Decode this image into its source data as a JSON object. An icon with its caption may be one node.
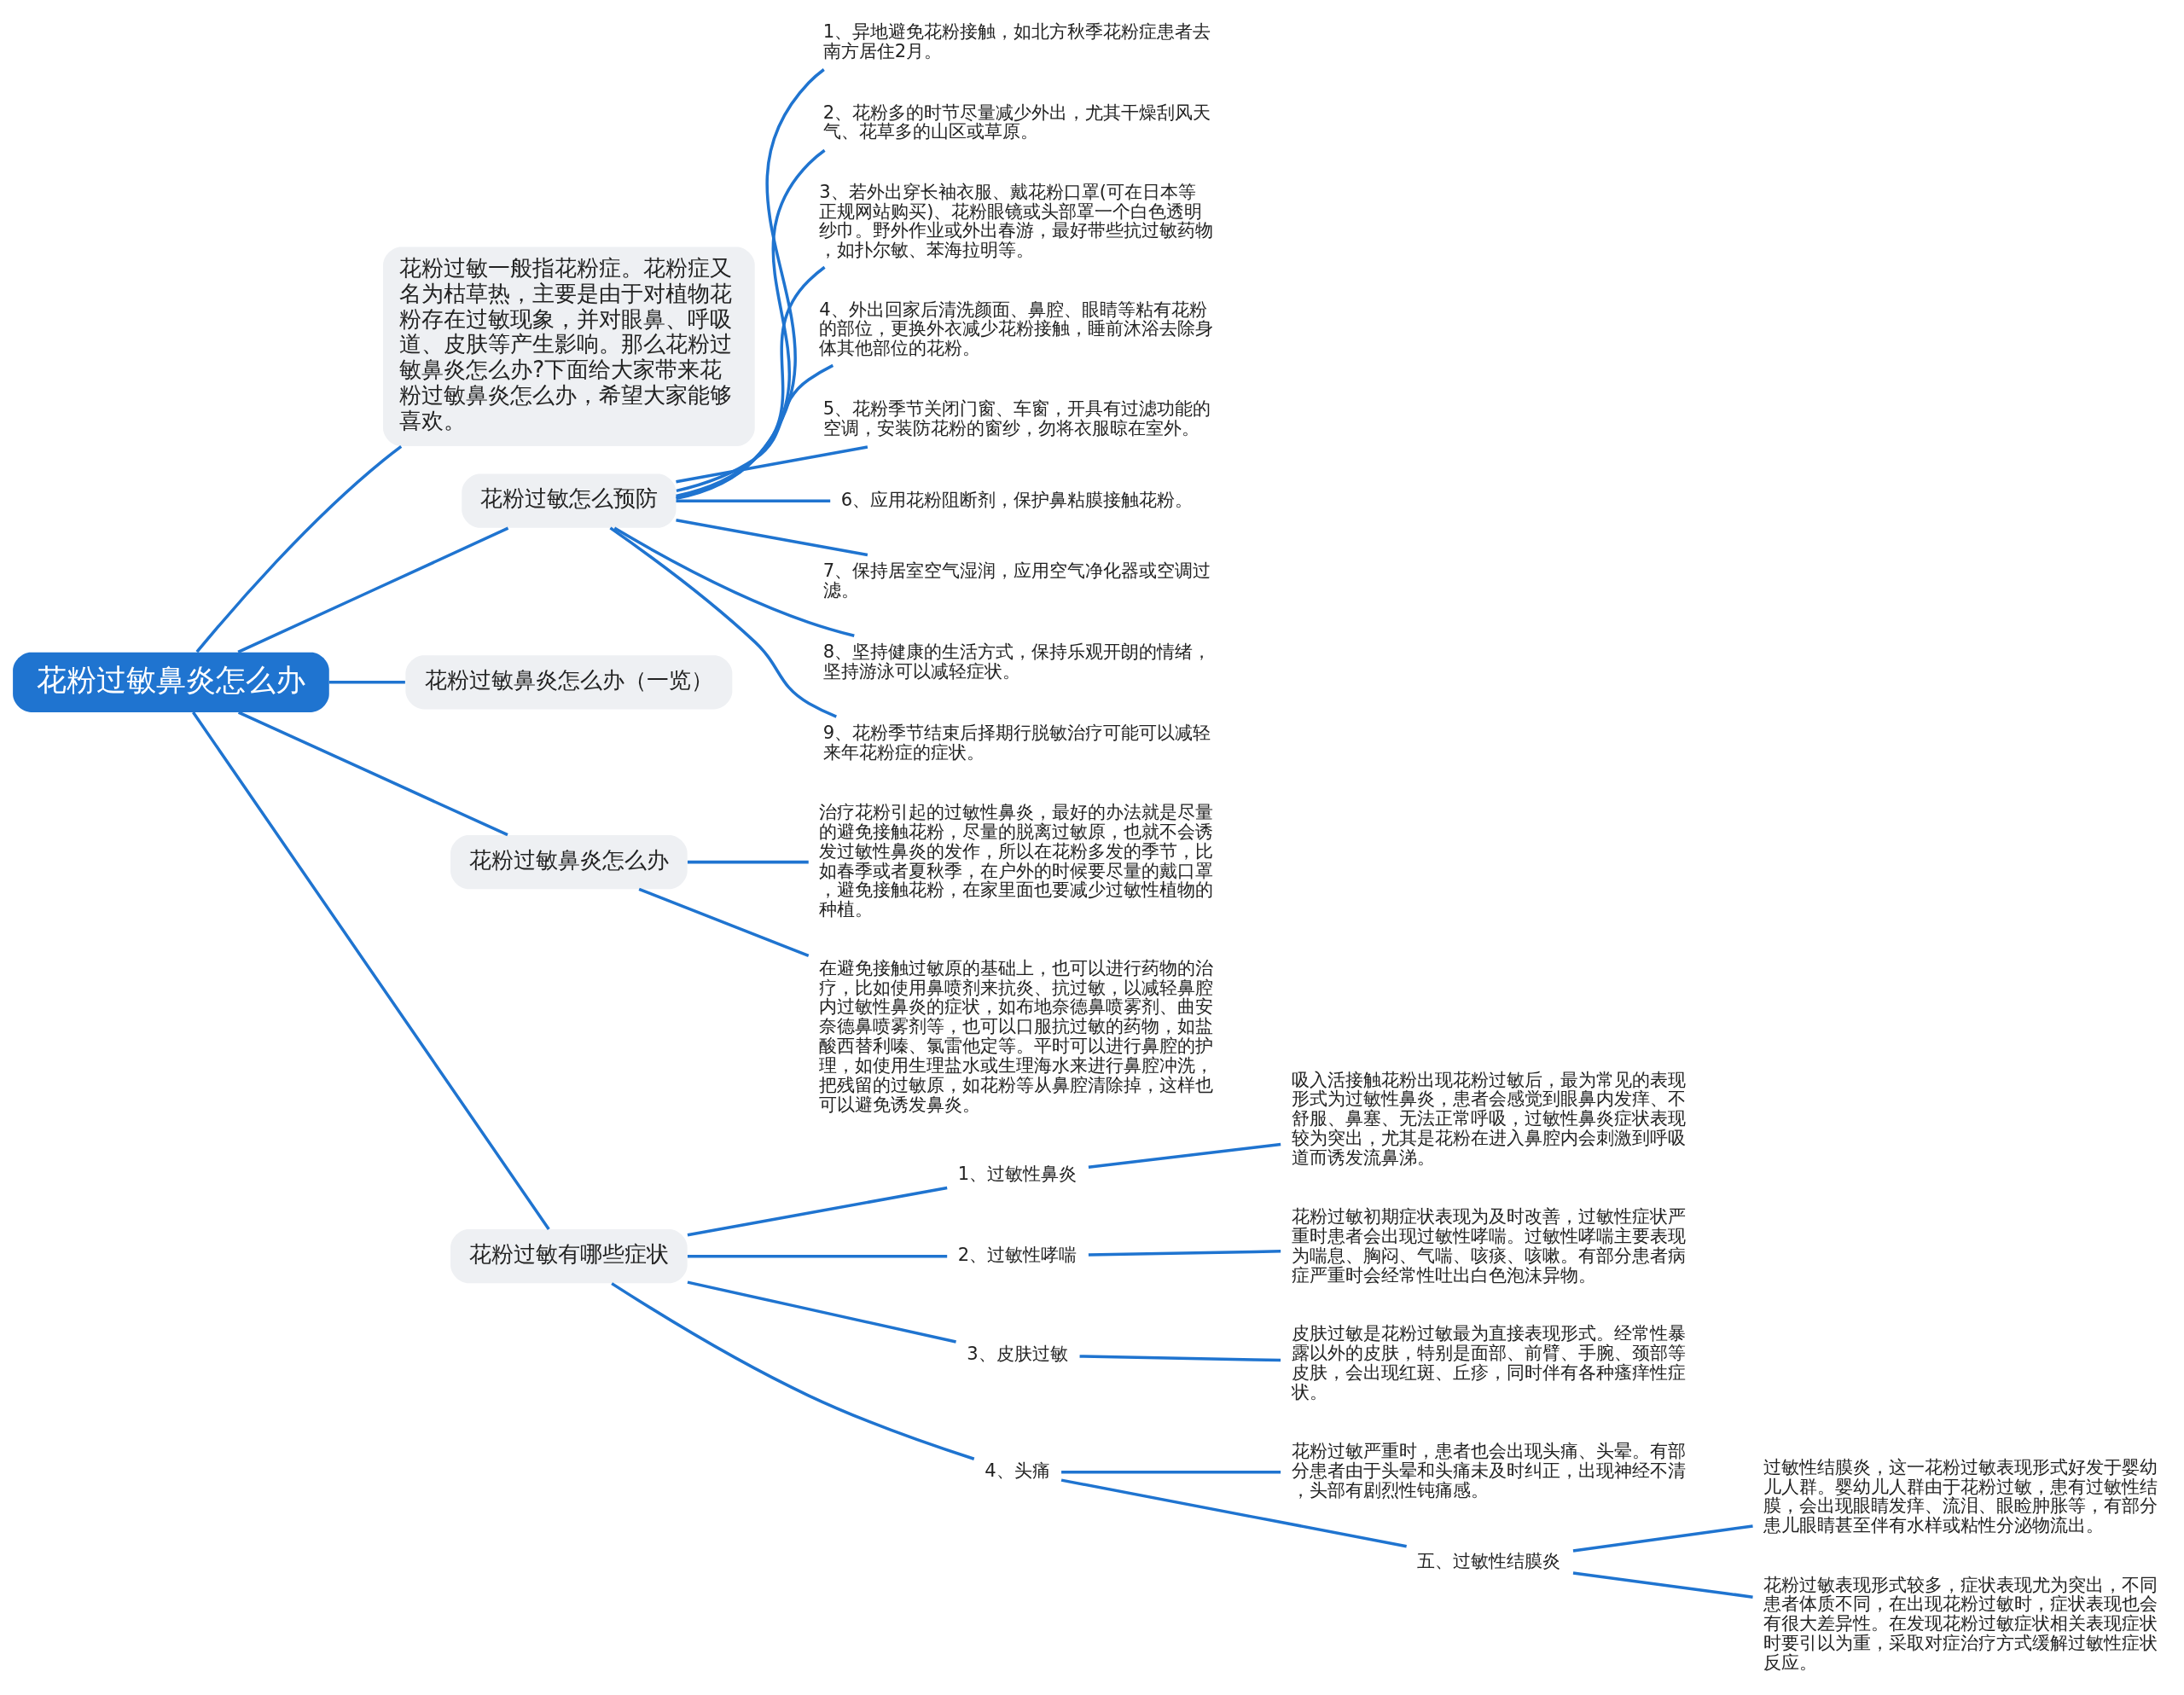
{
  "diagram": {
    "nodes": [
      {
        "text": [
          "花粉过敏鼻炎怎么办"
        ]
      },
      {
        "text": [
          "花粉过敏一般指花粉症。花粉症又名为枯草热，主要是由于对植物花粉存在过敏现象，并对眼鼻、呼吸道、皮肤等产生影响。那么花粉过敏鼻炎怎么办?下面给大家带来花粉过敏鼻炎怎么办，希望大家能够喜欢。"
        ]
      },
      {
        "text": [
          "花粉过敏怎么预防"
        ]
      },
      {
        "text": [
          "1、异地避免花粉接触，如北方秋季花粉症患者去南方居住2月。"
        ]
      },
      {
        "text": [
          "2、花粉多的时节尽量减少外出，尤其干燥刮风天气、花草多的山区或草原。"
        ]
      },
      {
        "text": [
          "3、若外出穿长袖衣服、戴花粉口罩(可在日本等正规网站购买)、花粉眼镜或头部罩一个白色透明纱巾。野外作业或外出春游，最好带些抗过敏药物，如扑尔敏、苯海拉明等。"
        ]
      },
      {
        "text": [
          "4、外出回家后清洗颜面、鼻腔、眼睛等粘有花粉的部位，更换外衣减少花粉接触，睡前沐浴去除身体其他部位的花粉。"
        ]
      },
      {
        "text": [
          "5、花粉季节关闭门窗、车窗，开具有过滤功能的空调，安装防花粉的窗纱，勿将衣服晾在室外。"
        ]
      },
      {
        "text": [
          "6、应用花粉阻断剂，保护鼻粘膜接触花粉。"
        ]
      },
      {
        "text": [
          "7、保持居室空气湿润，应用空气净化器或空调过滤。"
        ]
      },
      {
        "text": [
          "8、坚持健康的生活方式，保持乐观开朗的情绪，坚持游泳可以减轻症状。"
        ]
      },
      {
        "text": [
          "9、花粉季节结束后择期行脱敏治疗可能可以减轻来年花粉症的症状。"
        ]
      },
      {
        "text": [
          "花粉过敏鼻炎怎么办（一览）"
        ]
      },
      {
        "text": [
          "花粉过敏鼻炎怎么办"
        ]
      },
      {
        "text": [
          "治疗花粉引起的过敏性鼻炎，最好的办法就是尽量的避免接触花粉，尽量的脱离过敏原，也就不会诱发过敏性鼻炎的发作，所以在花粉多发的季节，比如春季或者夏秋季，在户外的时候要尽量的戴口罩，避免接触花粉，在家里面也要减少过敏性植物的种植。"
        ]
      },
      {
        "text": [
          "在避免接触过敏原的基础上，也可以进行药物的治疗，比如使用鼻喷剂来抗炎、抗过敏，以减轻鼻腔内过敏性鼻炎的症状，如布地奈德鼻喷雾剂、曲安奈德鼻喷雾剂等，也可以口服抗过敏的药物，如盐酸西替利嗪、氯雷他定等。平时可以进行鼻腔的护理，如使用生理盐水或生理海水来进行鼻腔冲洗，把残留的过敏原，如花粉等从鼻腔清除掉，这样也可以避免诱发鼻炎。"
        ]
      },
      {
        "text": [
          "花粉过敏有哪些症状"
        ]
      },
      {
        "text": [
          "1、过敏性鼻炎"
        ]
      },
      {
        "text": [
          "吸入活接触花粉出现花粉过敏后，最为常见的表现形式为过敏性鼻炎，患者会感觉到眼鼻内发痒、不舒服、鼻塞、无法正常呼吸，过敏性鼻炎症状表现较为突出，尤其是花粉在进入鼻腔内会刺激到呼吸道而诱发流鼻涕。"
        ]
      },
      {
        "text": [
          "2、过敏性哮喘"
        ]
      },
      {
        "text": [
          "花粉过敏初期症状表现为及时改善，过敏性症状严重时患者会出现过敏性哮喘。过敏性哮喘主要表现为喘息、胸闷、气喘、咳痰、咳嗽。有部分患者病症严重时会经常性吐出白色泡沫异物。"
        ]
      },
      {
        "text": [
          "3、皮肤过敏"
        ]
      },
      {
        "text": [
          "皮肤过敏是花粉过敏最为直接表现形式。经常性暴露以外的皮肤，特别是面部、前臂、手腕、颈部等皮肤，会出现红斑、丘疹，同时伴有各种瘙痒性症状。"
        ]
      },
      {
        "text": [
          "4、头痛"
        ]
      },
      {
        "text": [
          "花粉过敏严重时，患者也会出现头痛、头晕。有部分患者由于头晕和头痛未及时纠正，出现神经不清，头部有剧烈性钝痛感。"
        ]
      },
      {
        "text": [
          "五、过敏性结膜炎"
        ]
      },
      {
        "text": [
          "过敏性结膜炎，这一花粉过敏表现形式好发于婴幼儿人群。婴幼儿人群由于花粉过敏，患有过敏性结膜，会出现眼睛发痒、流泪、眼睑肿胀等，有部分患儿眼睛甚至伴有水样或粘性分泌物流出。"
        ]
      },
      {
        "text": [
          "花粉过敏表现形式较多，症状表现尤为突出，不同患者体质不同，在出现花粉过敏时，症状表现也会有很大差异性。在发现花粉过敏症状相关表现症状时要引以为重，采取对症治疗方式缓解过敏性症状反应。"
        ]
      }
    ],
    "edges": [
      {
        "from": 0,
        "to": 1,
        "arrow": "none"
      },
      {
        "from": 0,
        "to": 2,
        "arrow": "none"
      },
      {
        "from": 2,
        "to": 3,
        "arrow": "none"
      },
      {
        "from": 2,
        "to": 4,
        "arrow": "none"
      },
      {
        "from": 2,
        "to": 5,
        "arrow": "none"
      },
      {
        "from": 2,
        "to": 6,
        "arrow": "none"
      },
      {
        "from": 2,
        "to": 7,
        "arrow": "none"
      },
      {
        "from": 2,
        "to": 8,
        "arrow": "none"
      },
      {
        "from": 2,
        "to": 9,
        "arrow": "none"
      },
      {
        "from": 2,
        "to": 10,
        "arrow": "none"
      },
      {
        "from": 2,
        "to": 11,
        "arrow": "none"
      },
      {
        "from": 0,
        "to": 12,
        "arrow": "none"
      },
      {
        "from": 0,
        "to": 13,
        "arrow": "none"
      },
      {
        "from": 13,
        "to": 14,
        "arrow": "none"
      },
      {
        "from": 13,
        "to": 15,
        "arrow": "none"
      },
      {
        "from": 0,
        "to": 16,
        "arrow": "none"
      },
      {
        "from": 16,
        "to": 17,
        "arrow": "none"
      },
      {
        "from": 17,
        "to": 18,
        "arrow": "none"
      },
      {
        "from": 16,
        "to": 19,
        "arrow": "none"
      },
      {
        "from": 19,
        "to": 20,
        "arrow": "none"
      },
      {
        "from": 16,
        "to": 21,
        "arrow": "none"
      },
      {
        "from": 21,
        "to": 22,
        "arrow": "none"
      },
      {
        "from": 16,
        "to": 23,
        "arrow": "none"
      },
      {
        "from": 23,
        "to": 24,
        "arrow": "none"
      },
      {
        "from": 23,
        "to": 25,
        "arrow": "none"
      },
      {
        "from": 25,
        "to": 26,
        "arrow": "none"
      },
      {
        "from": 25,
        "to": 27,
        "arrow": "none"
      }
    ]
  }
}
